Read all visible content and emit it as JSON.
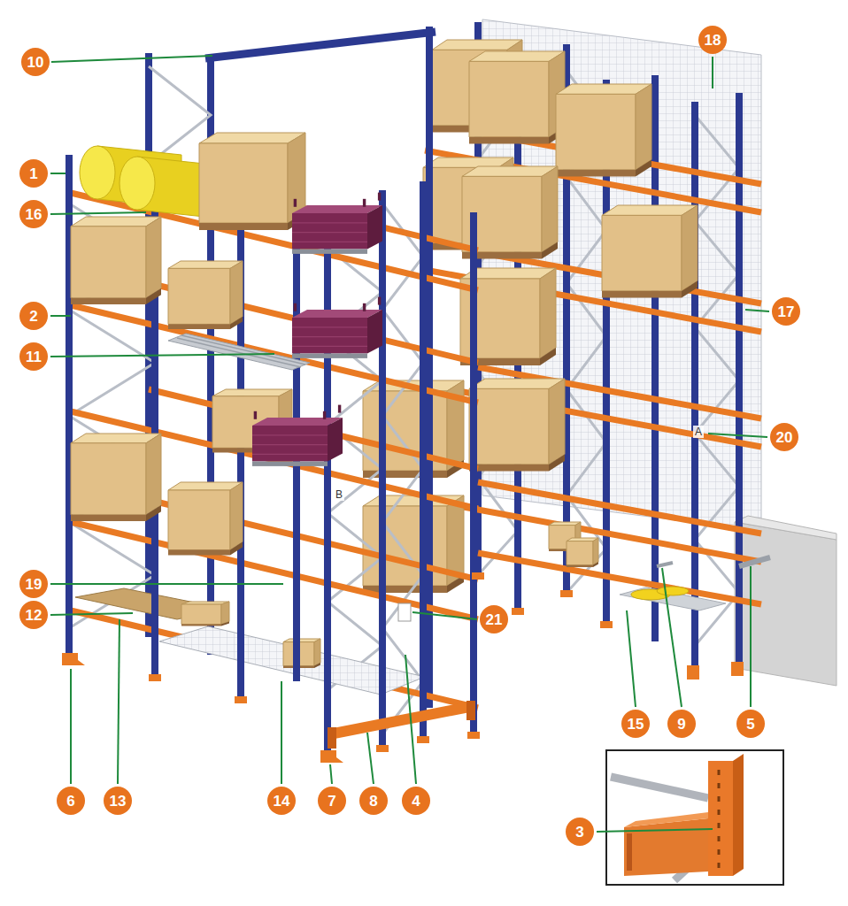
{
  "diagram": {
    "nodes": [
      {
        "text": [
          "10"
        ]
      },
      {
        "text": [
          "18"
        ]
      },
      {
        "text": [
          "1"
        ]
      },
      {
        "text": [
          "16"
        ]
      },
      {
        "text": [
          "2"
        ]
      },
      {
        "text": [
          "17"
        ]
      },
      {
        "text": [
          "11"
        ]
      },
      {
        "text": [
          "20"
        ]
      },
      {
        "text": [
          "19"
        ]
      },
      {
        "text": [
          "12"
        ]
      },
      {
        "text": [
          "21"
        ]
      },
      {
        "text": [
          "15"
        ]
      },
      {
        "text": [
          "9"
        ]
      },
      {
        "text": [
          "5"
        ]
      },
      {
        "text": [
          "6"
        ]
      },
      {
        "text": [
          "13"
        ]
      },
      {
        "text": [
          "14"
        ]
      },
      {
        "text": [
          "7"
        ]
      },
      {
        "text": [
          "8"
        ]
      },
      {
        "text": [
          "4"
        ]
      },
      {
        "text": [
          "3"
        ]
      }
    ],
    "labels": [
      "A",
      "B"
    ]
  }
}
